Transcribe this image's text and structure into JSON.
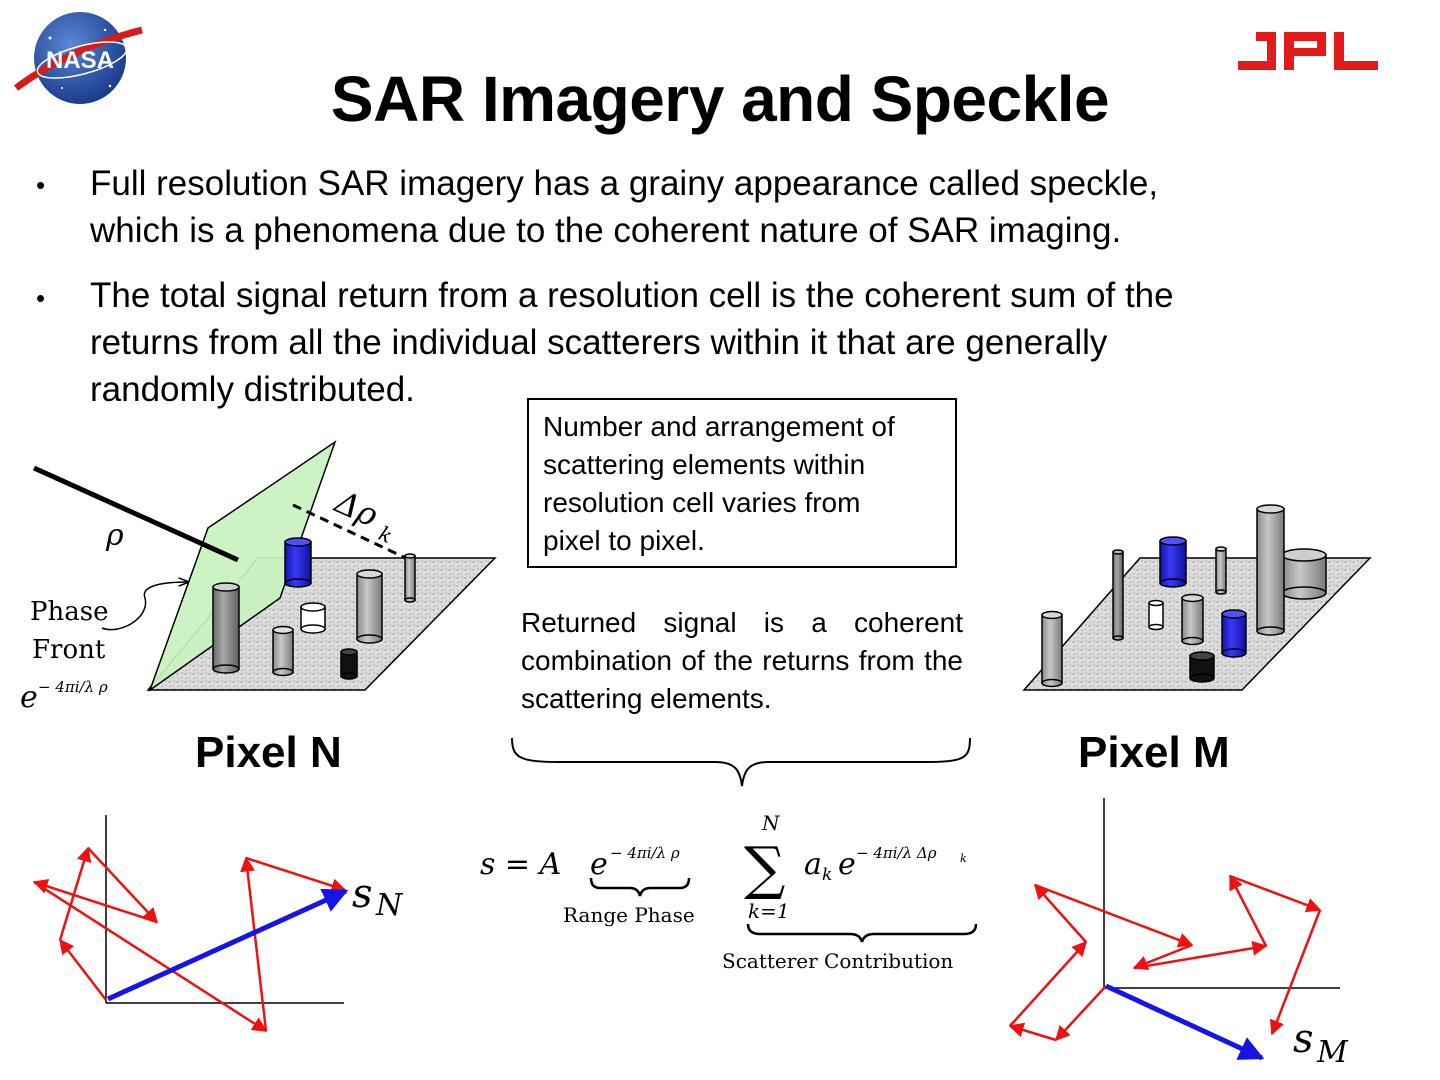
{
  "title": "SAR Imagery and Speckle",
  "logos": {
    "left_text": "NASA",
    "right_text": "JPL",
    "jpl_color": "#e21a1a"
  },
  "bullets": [
    {
      "marker": "•",
      "lines": [
        "Full resolution SAR imagery has a grainy appearance called speckle,",
        "which is a phenomena due to the coherent nature of SAR imaging."
      ]
    },
    {
      "marker": "•",
      "lines": [
        "The total signal return from a resolution cell is the coherent sum of the",
        "returns from all the individual scatterers within it that are generally",
        "randomly distributed."
      ]
    }
  ],
  "callout_box": [
    "Number and arrangement of",
    "scattering elements within",
    "resolution cell varies from",
    "pixel to pixel."
  ],
  "returned_signal_text": "Returned signal is a coherent combination of the returns from the scattering elements.",
  "pixel_n": {
    "label": "Pixel N",
    "rho_label": "ρ",
    "delta_rho_label": "Δρ",
    "delta_rho_sub": "k",
    "phase_front_lines": [
      "Phase",
      "Front"
    ],
    "phase_expr": {
      "base": "e",
      "sup": "− 4πi/λ ρ"
    },
    "vector_label": "s",
    "vector_sub": "N"
  },
  "pixel_m": {
    "label": "Pixel M",
    "vector_label": "s",
    "vector_sub": "M"
  },
  "equation": {
    "lhs": "s = A",
    "range_term": "e",
    "range_exp": "− 4πi/λ ρ",
    "sum_upper": "N",
    "sum_lower": "k=1",
    "sum_term": "a",
    "sum_term_sub": "k",
    "sum_exp": "e",
    "sum_exp_sup": "− 4πi/λ Δρ",
    "sum_exp_sup_sub": "k",
    "range_caption": "Range Phase",
    "scatterer_caption": "Scatterer Contribution"
  },
  "colors": {
    "phasor": "#ee1111",
    "resultant": "#1515e6",
    "phase_front": "#c9f2c0",
    "blue_cylinder": "#2a2ae8"
  }
}
